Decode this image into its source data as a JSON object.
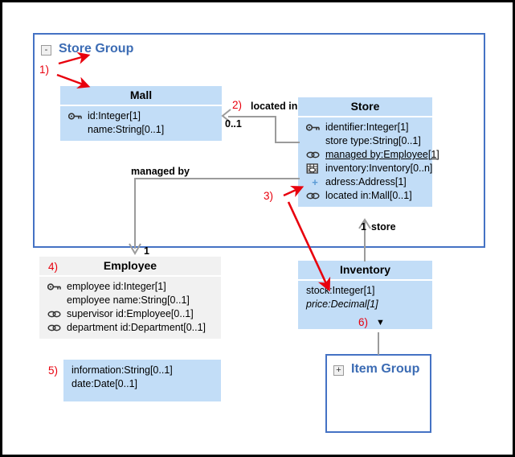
{
  "diagram": {
    "type": "uml-class-diagram",
    "colors": {
      "class_fill_blue": "#c2ddf7",
      "class_fill_gray": "#f1f1f1",
      "package_border": "#4472c4",
      "package_title": "#3c6cb4",
      "annotation_red": "#e8000d",
      "connector_gray": "#9b9b9b",
      "icon_blue": "#5b9bd5",
      "outer_border": "#000000"
    },
    "package": {
      "name": "Store Group",
      "expander": "-",
      "expander_state": "expanded"
    },
    "classes": [
      {
        "id": "mall",
        "name": "Mall",
        "style": "blue",
        "attributes": [
          {
            "icon": "key-icon",
            "text": "id:Integer[1]",
            "italic": false,
            "underline": false
          },
          {
            "icon": "none",
            "text": "name:String[0..1]",
            "italic": false,
            "underline": false
          }
        ]
      },
      {
        "id": "store",
        "name": "Store",
        "style": "blue",
        "attributes": [
          {
            "icon": "key-icon",
            "text": "identifier:Integer[1]",
            "italic": false,
            "underline": false
          },
          {
            "icon": "none",
            "text": "store type:String[0..1]",
            "italic": false,
            "underline": false
          },
          {
            "icon": "link-icon",
            "text": "managed by:Employee[1]",
            "italic": false,
            "underline": true
          },
          {
            "icon": "table-icon",
            "text": "inventory:Inventory[0..n]",
            "italic": false,
            "underline": false
          },
          {
            "icon": "plus-icon",
            "text": "adress:Address[1]",
            "italic": false,
            "underline": false
          },
          {
            "icon": "link-icon",
            "text": "located in:Mall[0..1]",
            "italic": false,
            "underline": false
          }
        ]
      },
      {
        "id": "employee",
        "name": "Employee",
        "style": "gray",
        "attributes": [
          {
            "icon": "key-icon",
            "text": "employee id:Integer[1]",
            "italic": false,
            "underline": false
          },
          {
            "icon": "none",
            "text": "employee name:String[0..1]",
            "italic": false,
            "underline": false
          },
          {
            "icon": "link-icon",
            "text": "supervisor id:Employee[0..1]",
            "italic": false,
            "underline": false
          },
          {
            "icon": "link-icon",
            "text": "department id:Department[0..1]",
            "italic": false,
            "underline": false
          }
        ]
      },
      {
        "id": "inventory",
        "name": "Inventory",
        "style": "blue",
        "attributes": [
          {
            "icon": "none",
            "text": "stock:Integer[1]",
            "italic": false,
            "underline": false
          },
          {
            "icon": "none",
            "text": "price:Decimal[1]",
            "italic": true,
            "underline": false
          }
        ],
        "dropdown_caret": "▼"
      }
    ],
    "note_box": {
      "id": "note",
      "style": "blue",
      "lines": [
        "information:String[0..1]",
        "date:Date[0..1]"
      ]
    },
    "subpackage": {
      "name": "Item Group",
      "expander": "+",
      "expander_state": "collapsed"
    },
    "connectors": [
      {
        "id": "located-in",
        "label": "located in",
        "source_multiplicity": "0..1",
        "from": "store",
        "to": "mall"
      },
      {
        "id": "managed-by",
        "label": "managed by",
        "target_multiplicity": "1",
        "from": "store",
        "to": "employee"
      },
      {
        "id": "store-inventory",
        "label": "store",
        "source_multiplicity": "1",
        "from": "inventory",
        "to": "store"
      },
      {
        "id": "inventory-itemgroup",
        "label": "",
        "from": "inventory",
        "to": "item-group"
      }
    ],
    "annotations": [
      {
        "id": "a1",
        "label": "1)"
      },
      {
        "id": "a2",
        "label": "2)"
      },
      {
        "id": "a3",
        "label": "3)"
      },
      {
        "id": "a4",
        "label": "4)"
      },
      {
        "id": "a5",
        "label": "5)"
      },
      {
        "id": "a6",
        "label": "6)"
      }
    ]
  }
}
